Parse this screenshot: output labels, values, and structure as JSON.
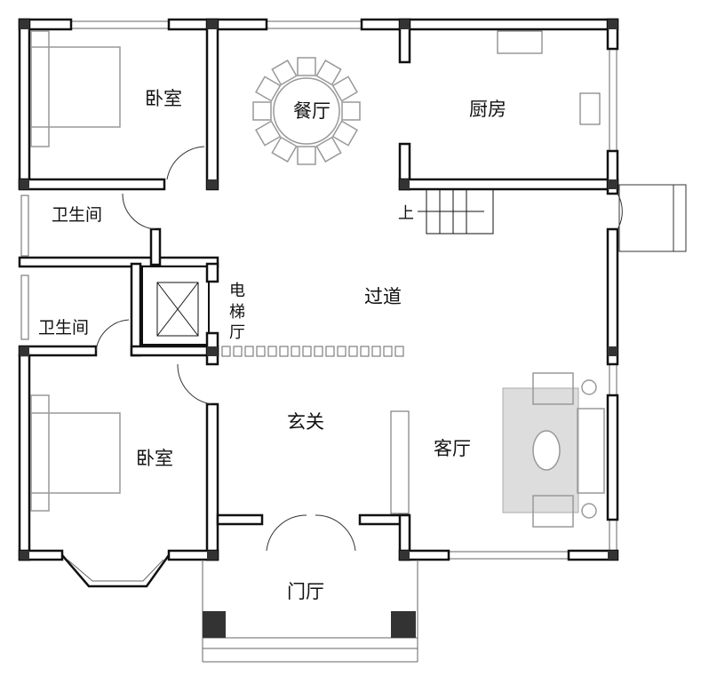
{
  "rooms": {
    "bedroom_top": "卧室",
    "dining": "餐厅",
    "kitchen": "厨房",
    "bathroom_top": "卫生间",
    "stairs_up": "上",
    "elevator_1": "电",
    "elevator_2": "梯",
    "elevator_3": "厅",
    "corridor": "过道",
    "bathroom_bottom": "卫生间",
    "foyer": "玄关",
    "bedroom_bottom": "卧室",
    "living": "客厅",
    "entrance_hall": "门厅"
  }
}
